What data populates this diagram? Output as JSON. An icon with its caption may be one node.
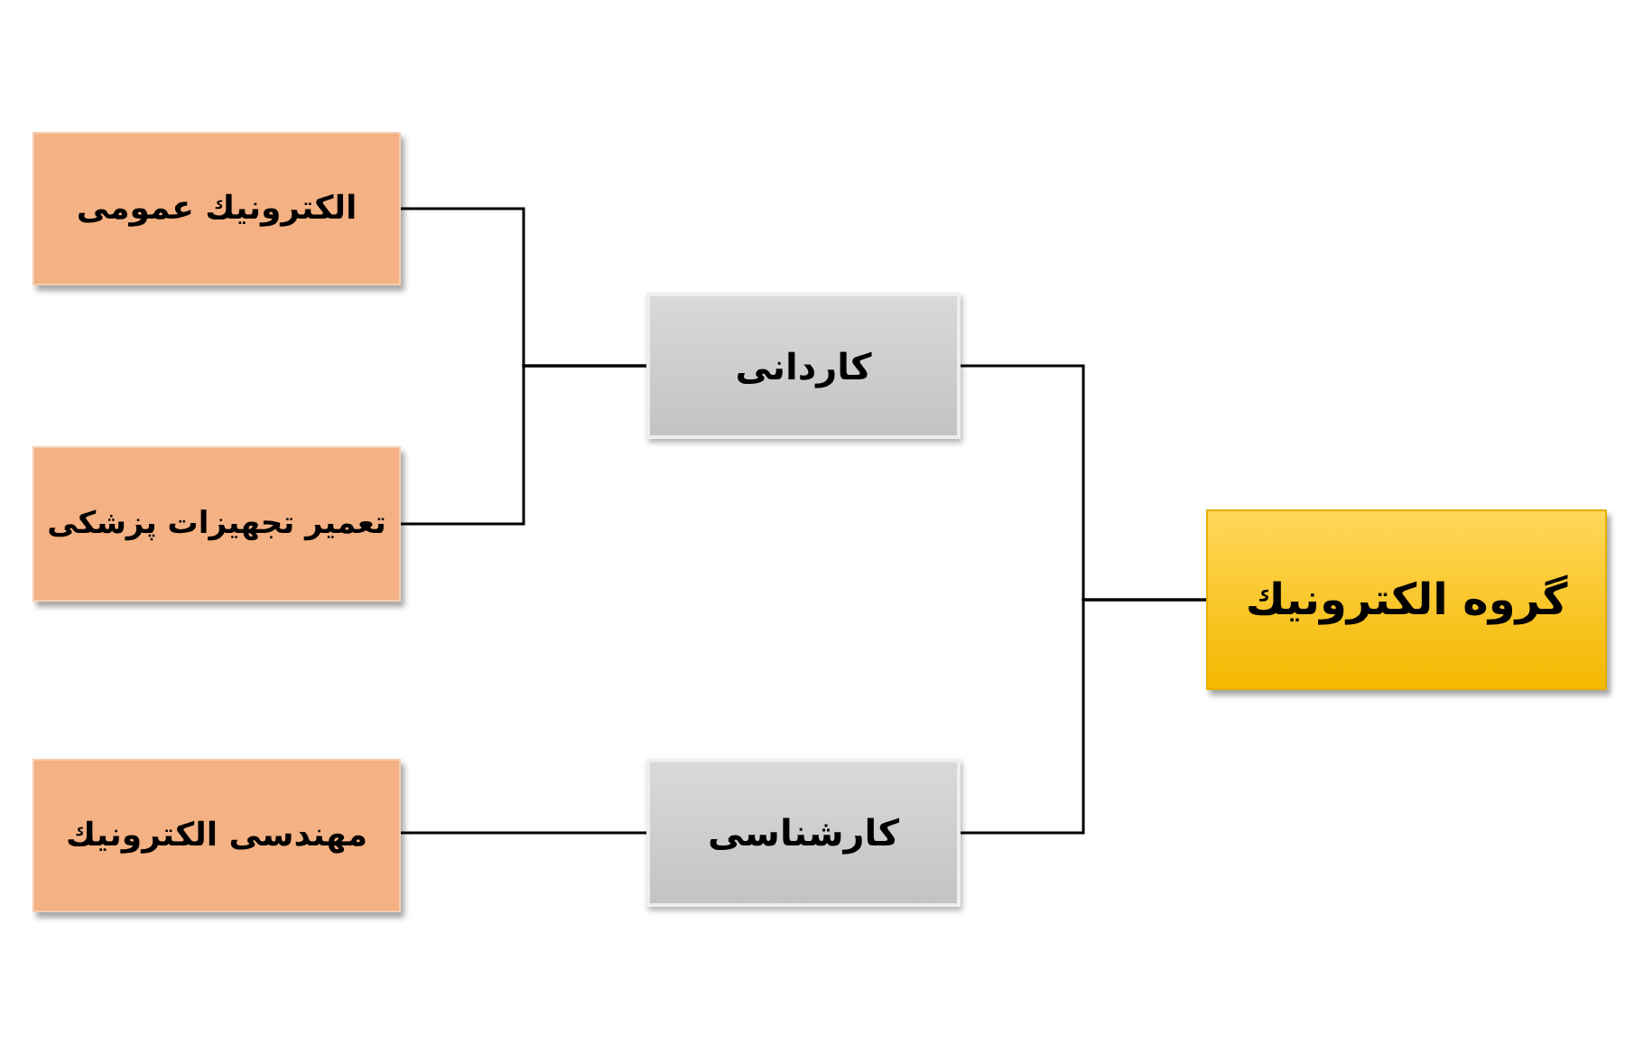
{
  "diagram": {
    "nodes": [
      {
        "text": [
          "گروه الكترونیك"
        ]
      },
      {
        "text": [
          "كاردانی"
        ]
      },
      {
        "text": [
          "كارشناسی"
        ]
      },
      {
        "text": [
          "الكترونیك عمومی"
        ]
      },
      {
        "text": [
          "تعمیر تجهیزات پزشكی"
        ]
      },
      {
        "text": [
          "مهندسی الكترونیك"
        ]
      }
    ],
    "edges": [
      {
        "from": 0,
        "to": 1,
        "arrow": "none"
      },
      {
        "from": 0,
        "to": 2,
        "arrow": "none"
      },
      {
        "from": 1,
        "to": 3,
        "arrow": "none"
      },
      {
        "from": 1,
        "to": 4,
        "arrow": "none"
      },
      {
        "from": 2,
        "to": 5,
        "arrow": "none"
      }
    ]
  }
}
